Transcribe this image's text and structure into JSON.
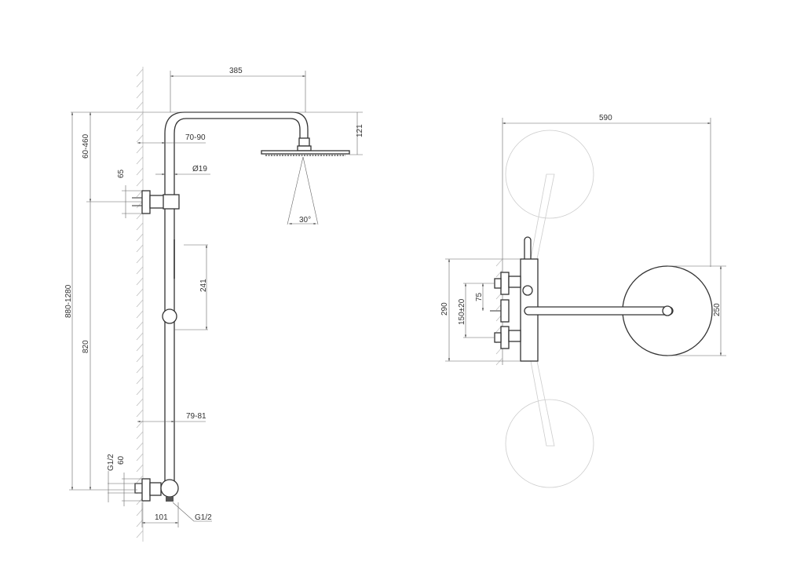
{
  "side_view": {
    "dims": {
      "arm_length": "385",
      "head_height": "121",
      "range_top": "60-460",
      "total_height": "880-1280",
      "lower_height": "820",
      "wall_distance_top": "70-90",
      "pipe_diameter": "Ø19",
      "bracket": "65",
      "slider": "241",
      "wall_distance_bottom": "79-81",
      "inlet_thread": "G1/2",
      "inlet_offset": "60",
      "depth": "101",
      "outlet_thread": "G1/2",
      "spray_angle": "30°"
    }
  },
  "top_view": {
    "dims": {
      "swing_width": "590",
      "valve_height": "290",
      "inlet_spacing": "150±20",
      "half_spacing": "75",
      "head_diameter": "250"
    }
  }
}
